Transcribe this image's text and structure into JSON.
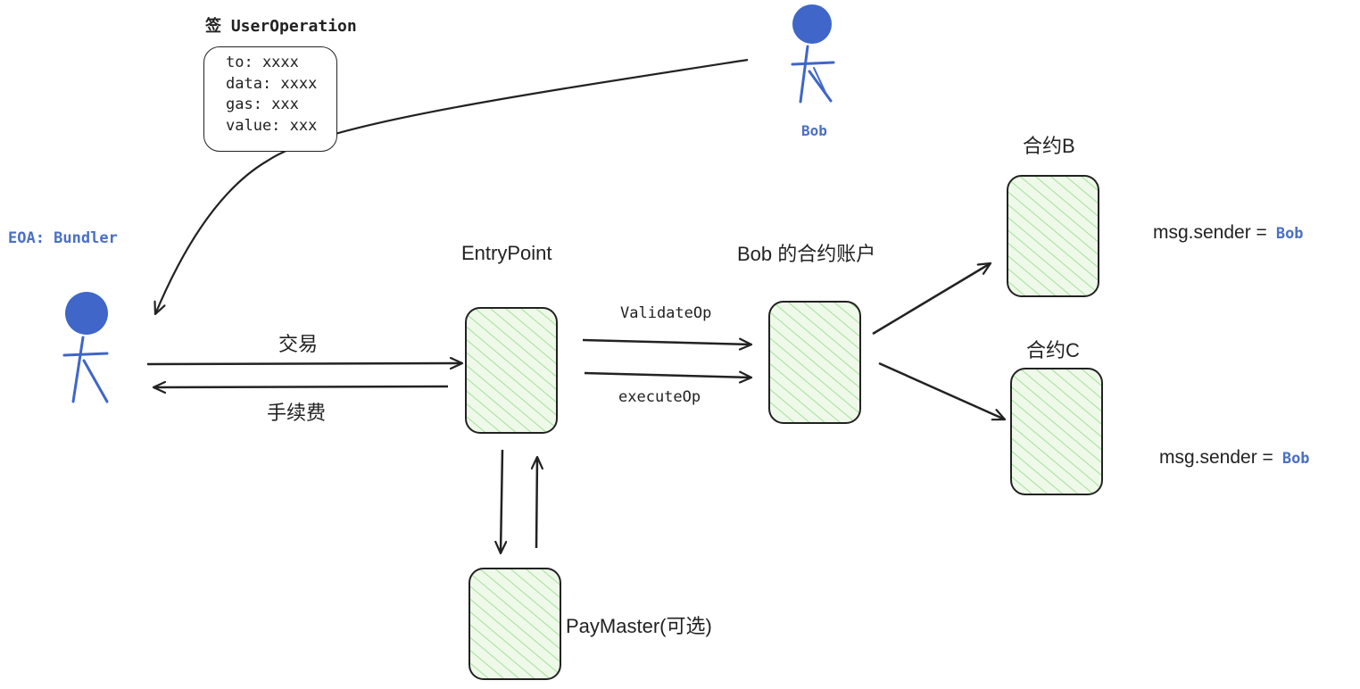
{
  "userop": {
    "title": "签 UserOperation",
    "fields": [
      "to: xxxx",
      "data: xxxx",
      "gas: xxx",
      "value: xxx"
    ]
  },
  "actors": {
    "bob": "Bob",
    "bundler": "EOA: Bundler"
  },
  "nodes": {
    "entrypoint": "EntryPoint",
    "bob_account": "Bob 的合约账户",
    "contract_b": "合约B",
    "contract_c": "合约C",
    "paymaster": "PayMaster(可选)"
  },
  "edges": {
    "transaction": "交易",
    "fee": "手续费",
    "validate": "ValidateOp",
    "execute": "executeOp"
  },
  "sender_notes": [
    {
      "prefix": "msg.sender =",
      "value": "Bob"
    },
    {
      "prefix": "msg.sender =",
      "value": "Bob"
    }
  ],
  "colors": {
    "actor": "#3f66c8",
    "box_fill": "#eaf8e3",
    "box_hatch": "#8fdc84",
    "ink": "#222222"
  }
}
